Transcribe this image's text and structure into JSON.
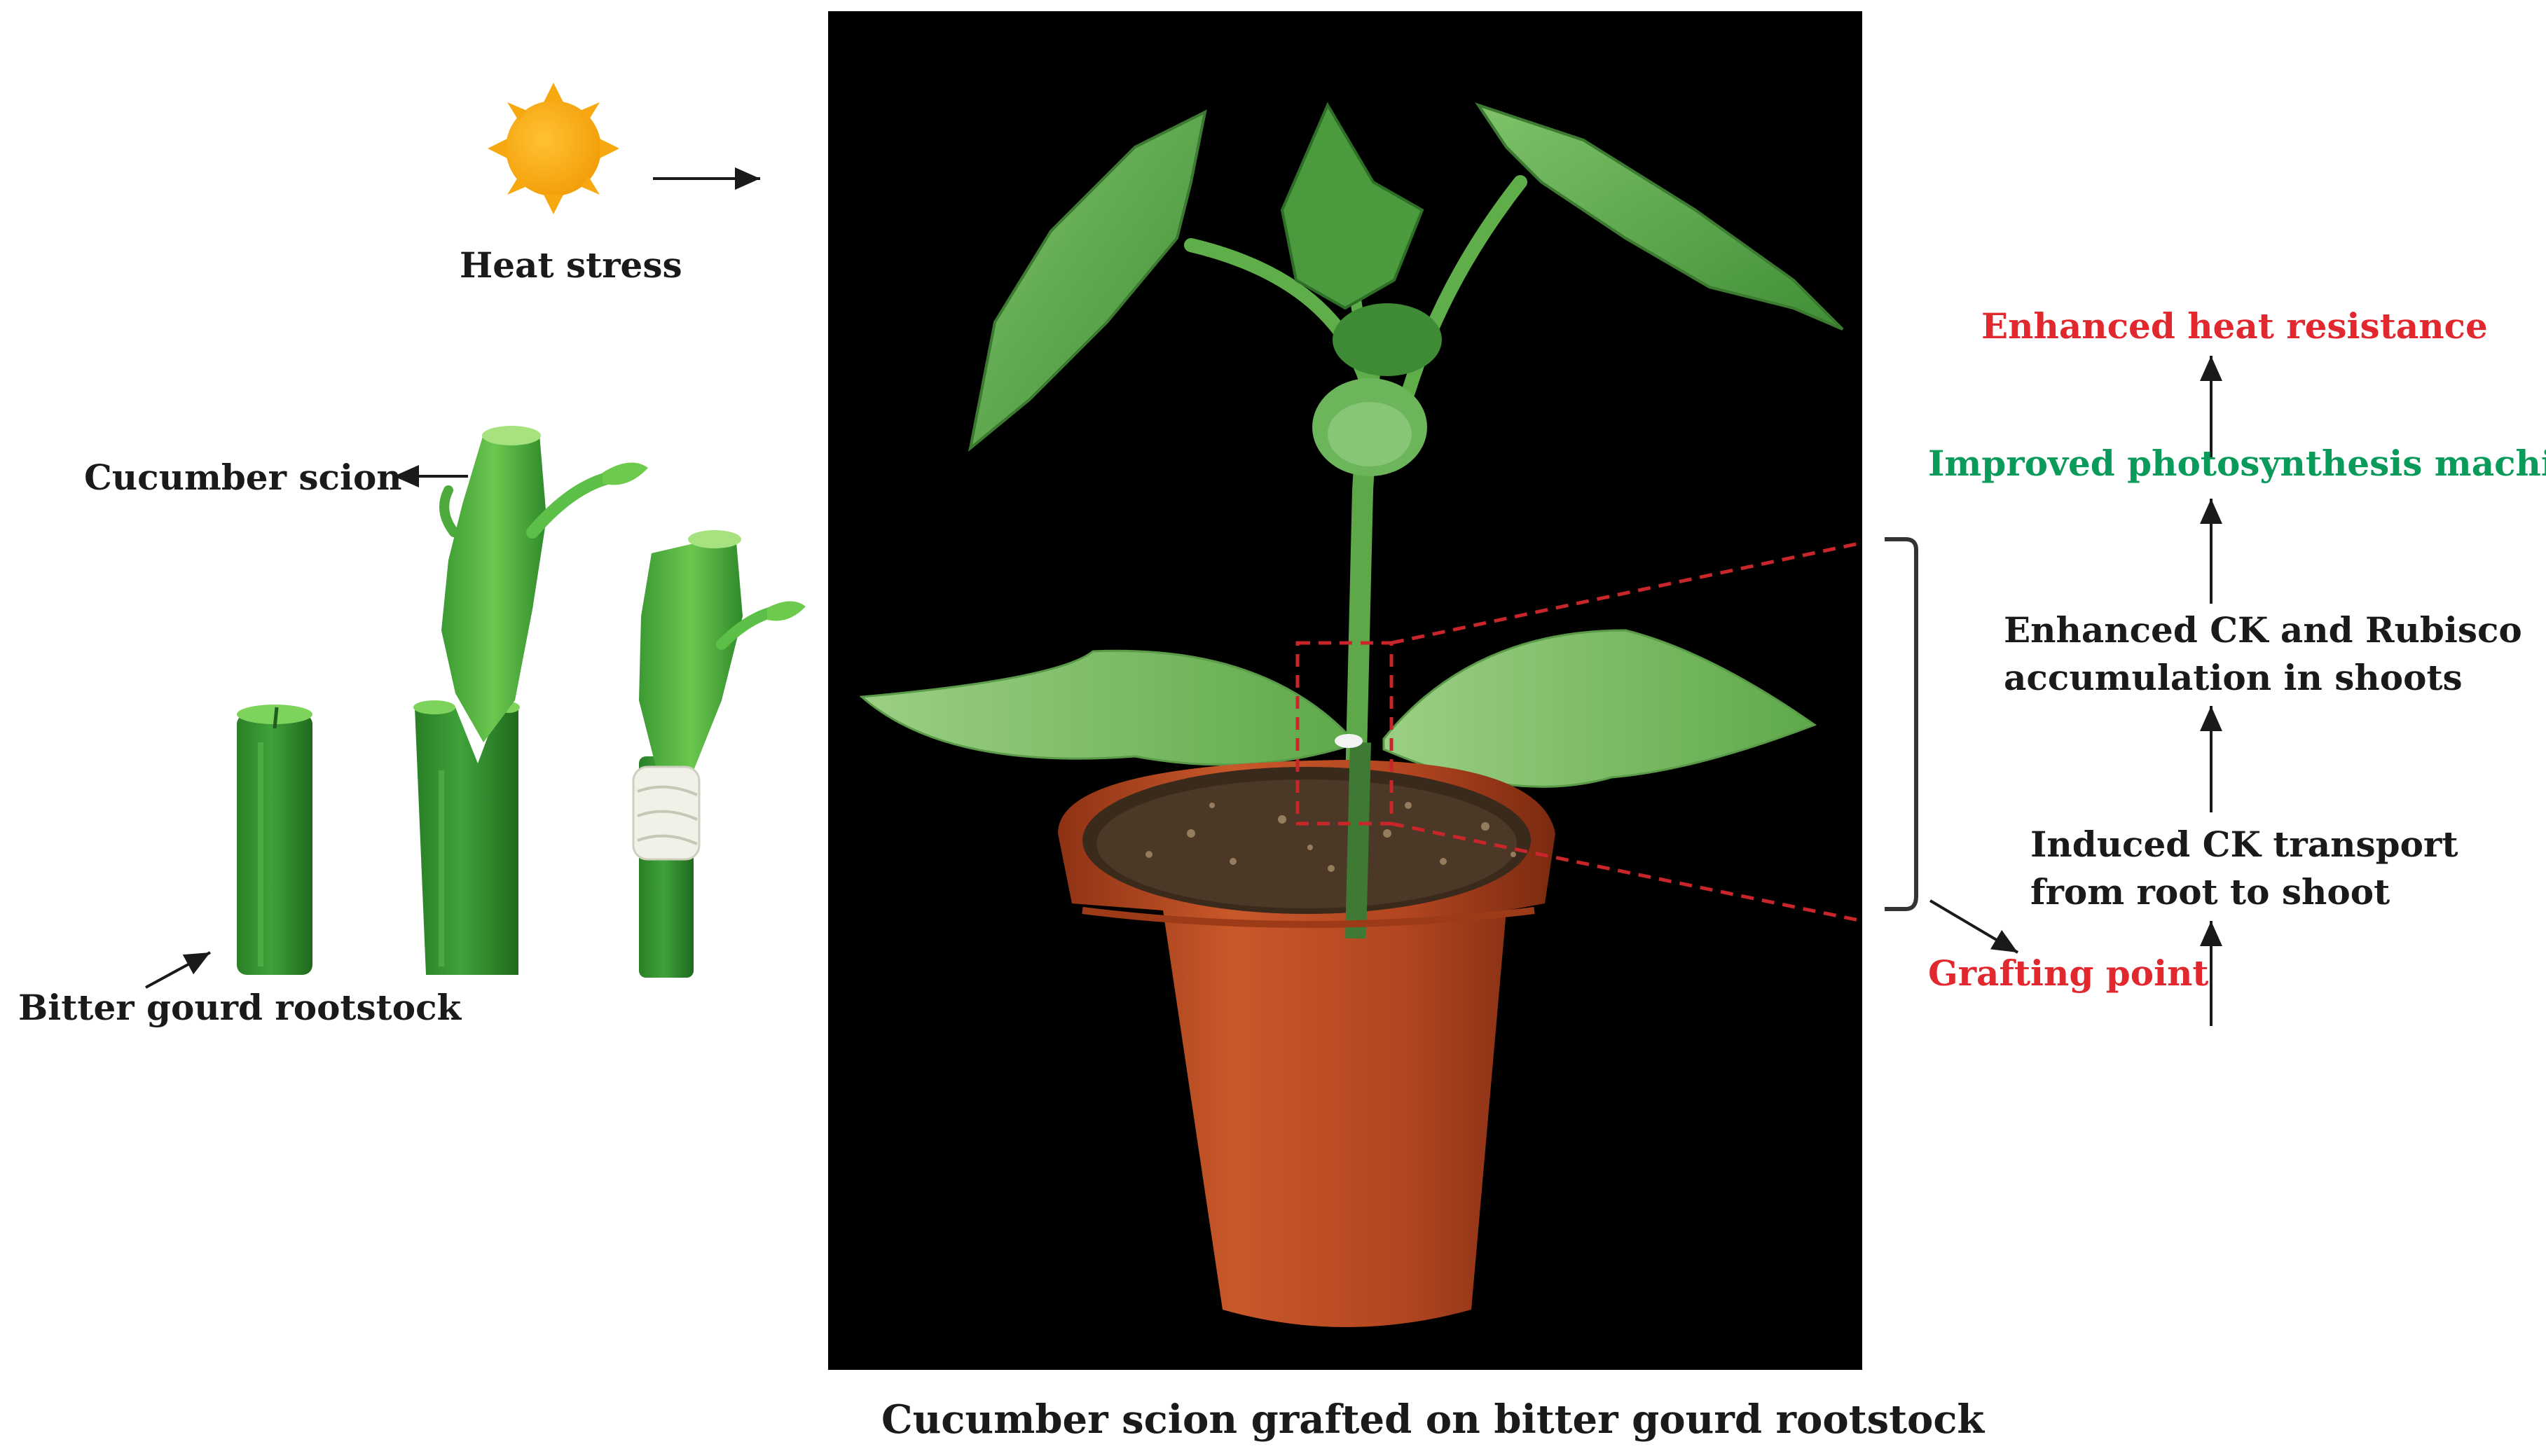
{
  "labels": {
    "heat_stress": "Heat stress",
    "cucumber_scion": "Cucumber scion",
    "bitter_gourd_rootstock": "Bitter gourd rootstock",
    "caption": "Cucumber scion grafted on bitter gourd rootstock"
  },
  "pathway": {
    "enhanced_heat_resistance": "Enhanced heat resistance",
    "improved_photosynthesis": "Improved photosynthesis machinery",
    "ck_rubisco_line1": "Enhanced CK and Rubisco",
    "ck_rubisco_line2": "accumulation in shoots",
    "ck_transport_line1": "Induced CK transport",
    "ck_transport_line2": "from root to shoot",
    "grafting_point": "Grafting point"
  },
  "colors": {
    "text": "#1a1a1a",
    "red": "#e0282e",
    "green": "#0a9a5a",
    "sun": "#f7a70f",
    "stem_dark": "#2d8a2a",
    "stem_light": "#5fc24a",
    "photo_bg": "#000000",
    "pot": "#b84a24",
    "dashed": "#c8262a"
  },
  "icons": [
    "sun-icon",
    "grafting-illustration",
    "plant-photo"
  ]
}
